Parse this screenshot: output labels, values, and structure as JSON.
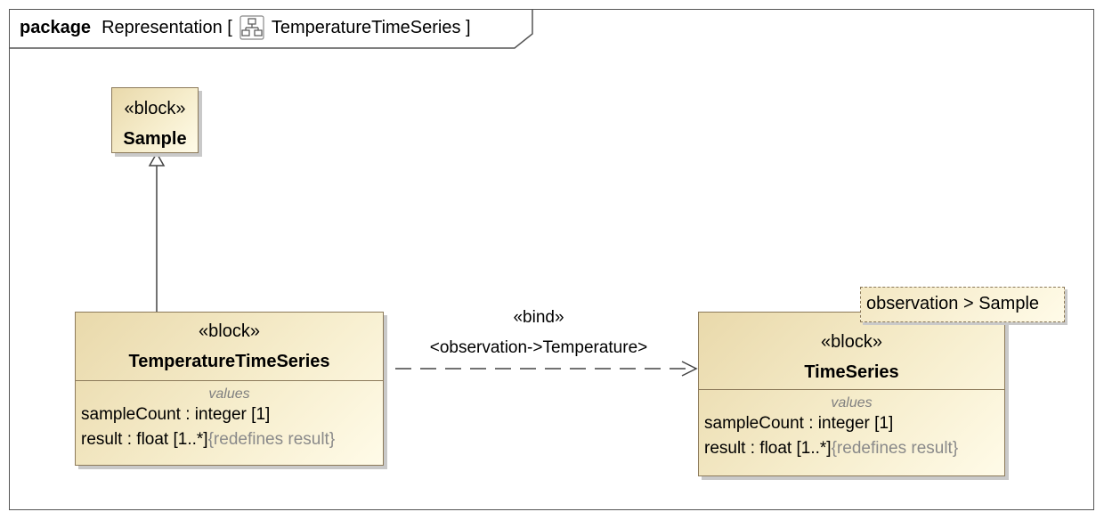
{
  "frame": {
    "keyword": "package",
    "name": "Representation [",
    "diagram_name": "TemperatureTimeSeries ]"
  },
  "blocks": {
    "sample": {
      "stereotype": "«block»",
      "name": "Sample"
    },
    "temperature_time_series": {
      "stereotype": "«block»",
      "name": "TemperatureTimeSeries",
      "compartment": "values",
      "properties": [
        {
          "text": "sampleCount : integer [1]",
          "constraint": ""
        },
        {
          "text": "result : float [1..*]",
          "constraint": "{redefines result}"
        }
      ]
    },
    "time_series": {
      "stereotype": "«block»",
      "name": "TimeSeries",
      "template_binding": "observation > Sample",
      "compartment": "values",
      "properties": [
        {
          "text": "sampleCount : integer [1]",
          "constraint": ""
        },
        {
          "text": "result : float [1..*]",
          "constraint": "{redefines result}"
        }
      ]
    }
  },
  "relations": {
    "bind": {
      "stereotype": "«bind»",
      "label": "<observation->Temperature>"
    }
  }
}
